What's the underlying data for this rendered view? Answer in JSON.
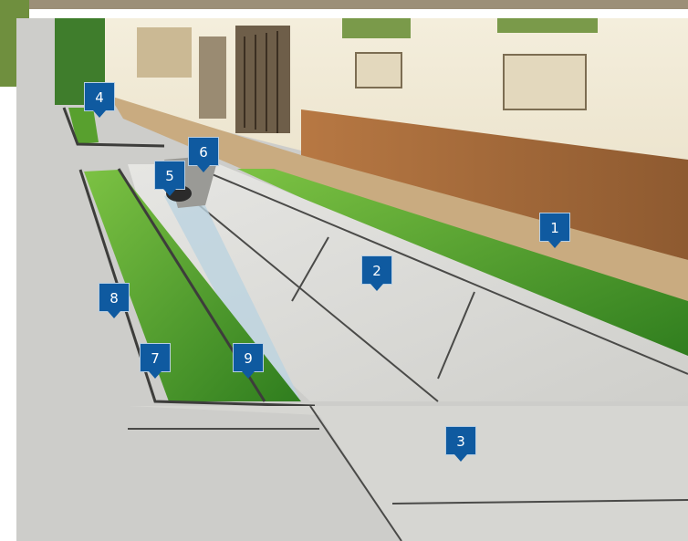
{
  "markers": [
    {
      "id": "marker-1",
      "label": "1"
    },
    {
      "id": "marker-2",
      "label": "2"
    },
    {
      "id": "marker-3",
      "label": "3"
    },
    {
      "id": "marker-4",
      "label": "4"
    },
    {
      "id": "marker-5",
      "label": "5"
    },
    {
      "id": "marker-6",
      "label": "6"
    },
    {
      "id": "marker-7",
      "label": "7"
    },
    {
      "id": "marker-8",
      "label": "8"
    },
    {
      "id": "marker-9",
      "label": "9"
    }
  ],
  "colors": {
    "marker": "#0f5aa0",
    "grass": "#4e9a2c",
    "wall": "#f1ebd8",
    "stone_plinth": "#a26a3c",
    "pavement": "#d9d9d6",
    "cobble": "#c8a97e"
  }
}
